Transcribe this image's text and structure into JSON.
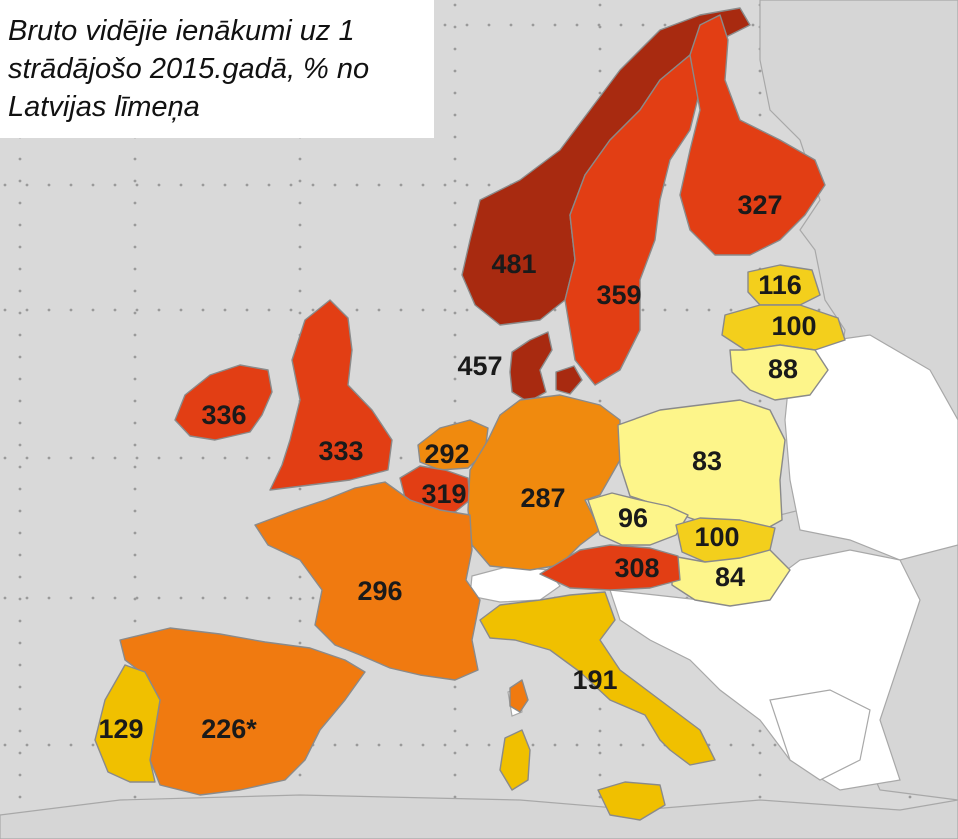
{
  "title": "Bruto vidējie ienākumi uz 1 strādājošo 2015.gadā, % no Latvijas līmeņa",
  "colors": {
    "sea": "#d9d9d9",
    "non_member": "#ffffff",
    "neighbor": "#d6d6d6",
    "lowest": "#fdf58a",
    "low": "#f3cf1c",
    "mid_low": "#f0c000",
    "middle": "#f08a0e",
    "mid_high": "#f07a10",
    "high": "#e23e14",
    "highest": "#a82a10"
  },
  "values": {
    "norway": "481",
    "sweden": "359",
    "finland": "327",
    "estonia": "116",
    "latvia": "100",
    "lithuania": "88",
    "denmark": "457",
    "ireland": "336",
    "united_kingdom": "333",
    "netherlands": "292",
    "belgium": "319",
    "germany": "287",
    "poland": "83",
    "czech_republic": "96",
    "slovakia": "100",
    "hungary": "84",
    "austria": "308",
    "france": "296",
    "italy": "191",
    "portugal": "129",
    "spain": "226*"
  }
}
